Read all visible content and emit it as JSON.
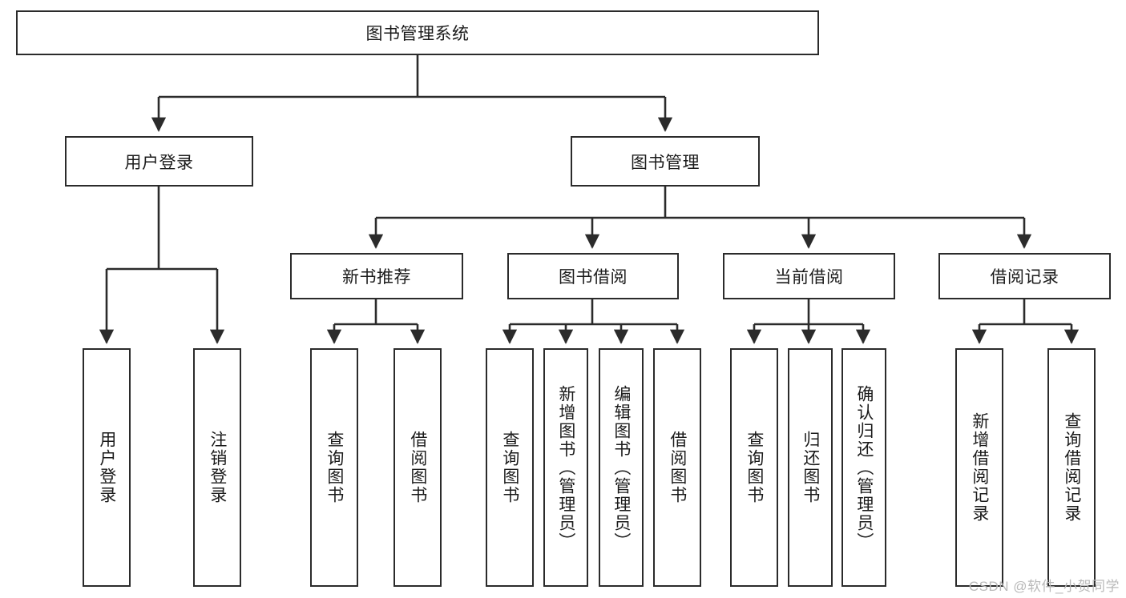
{
  "diagram": {
    "title": "图书管理系统",
    "type": "hierarchy-tree",
    "root": {
      "label": "图书管理系统"
    },
    "level2": [
      {
        "label": "用户登录"
      },
      {
        "label": "图书管理"
      }
    ],
    "level3": [
      {
        "label": "新书推荐"
      },
      {
        "label": "图书借阅"
      },
      {
        "label": "当前借阅"
      },
      {
        "label": "借阅记录"
      }
    ],
    "leaves": {
      "user_login": [
        {
          "label": "用户登录"
        },
        {
          "label": "注销登录"
        }
      ],
      "new_book_recommend": [
        {
          "label": "查询图书"
        },
        {
          "label": "借阅图书"
        }
      ],
      "book_borrow": [
        {
          "label": "查询图书"
        },
        {
          "label": "新增图书（管理员）"
        },
        {
          "label": "编辑图书（管理员）"
        },
        {
          "label": "借阅图书"
        }
      ],
      "current_borrow": [
        {
          "label": "查询图书"
        },
        {
          "label": "归还图书"
        },
        {
          "label": "确认归还（管理员）"
        }
      ],
      "borrow_record": [
        {
          "label": "新增借阅记录"
        },
        {
          "label": "查询借阅记录"
        }
      ]
    }
  },
  "watermark": {
    "text": "CSDN @软件_小贺同学"
  },
  "colors": {
    "stroke": "#2b2b2b",
    "background": "#ffffff",
    "text": "#1b1b1b",
    "watermark": "#b9b9b9"
  }
}
